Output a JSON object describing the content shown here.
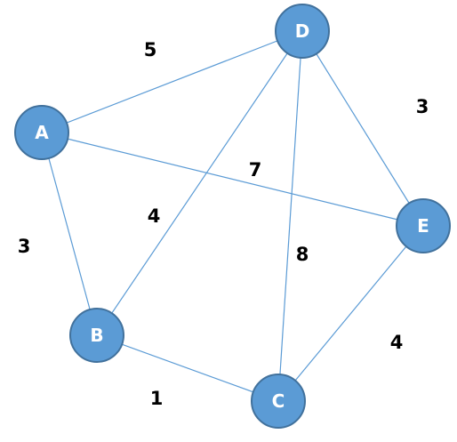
{
  "graph": {
    "colors": {
      "node_fill": "#5b9bd5",
      "node_stroke": "#41719c",
      "edge": "#5b9bd5",
      "node_text": "#ffffff",
      "weight_text": "#000000"
    },
    "nodes": [
      {
        "id": "A",
        "label": "A"
      },
      {
        "id": "B",
        "label": "B"
      },
      {
        "id": "C",
        "label": "C"
      },
      {
        "id": "D",
        "label": "D"
      },
      {
        "id": "E",
        "label": "E"
      }
    ],
    "edges": [
      {
        "from": "A",
        "to": "D",
        "weight": "5"
      },
      {
        "from": "A",
        "to": "B",
        "weight": "3"
      },
      {
        "from": "A",
        "to": "E",
        "weight": "7"
      },
      {
        "from": "B",
        "to": "D",
        "weight": "4"
      },
      {
        "from": "B",
        "to": "C",
        "weight": "1"
      },
      {
        "from": "D",
        "to": "C",
        "weight": "8"
      },
      {
        "from": "D",
        "to": "E",
        "weight": "3"
      },
      {
        "from": "C",
        "to": "E",
        "weight": "4"
      }
    ]
  }
}
